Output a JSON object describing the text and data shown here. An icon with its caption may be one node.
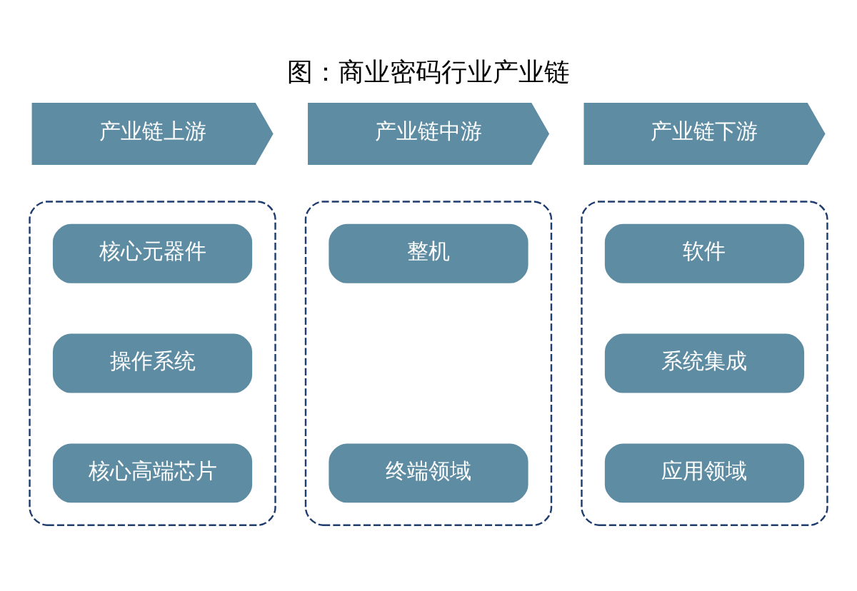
{
  "diagram": {
    "title": "图：商业密码行业产业链",
    "nodes": [
      {
        "text": [
          "产业链上游"
        ]
      },
      {
        "text": [
          "产业链中游"
        ]
      },
      {
        "text": [
          "产业链下游"
        ]
      },
      {
        "text": [],
        "shape": "box"
      },
      {
        "text": [
          "核心元器件"
        ],
        "in": 3
      },
      {
        "text": [
          "操作系统"
        ],
        "in": 3
      },
      {
        "text": [
          "核心高端芯片"
        ],
        "in": 3
      },
      {
        "text": [],
        "shape": "box"
      },
      {
        "text": [
          "整机"
        ],
        "in": 7
      },
      {
        "text": [
          "终端领域"
        ],
        "in": 7
      },
      {
        "text": [],
        "shape": "box"
      },
      {
        "text": [
          "软件"
        ],
        "in": 10
      },
      {
        "text": [
          "系统集成"
        ],
        "in": 10
      },
      {
        "text": [
          "应用领域"
        ],
        "in": 10
      }
    ],
    "edges": []
  }
}
